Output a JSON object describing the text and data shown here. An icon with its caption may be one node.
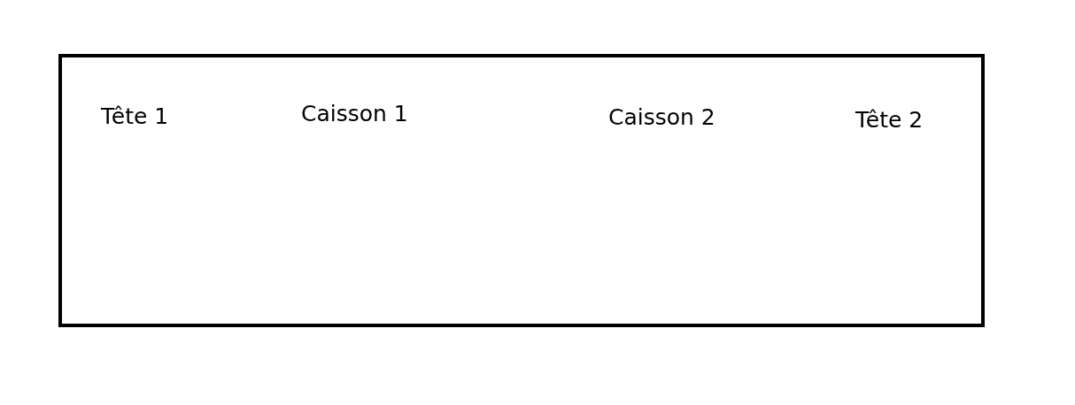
{
  "diagram": {
    "nodes": [
      {
        "text": [
          "Tête 1",
          "Caisson 1",
          "Caisson 2",
          "Tête 2"
        ]
      }
    ]
  }
}
